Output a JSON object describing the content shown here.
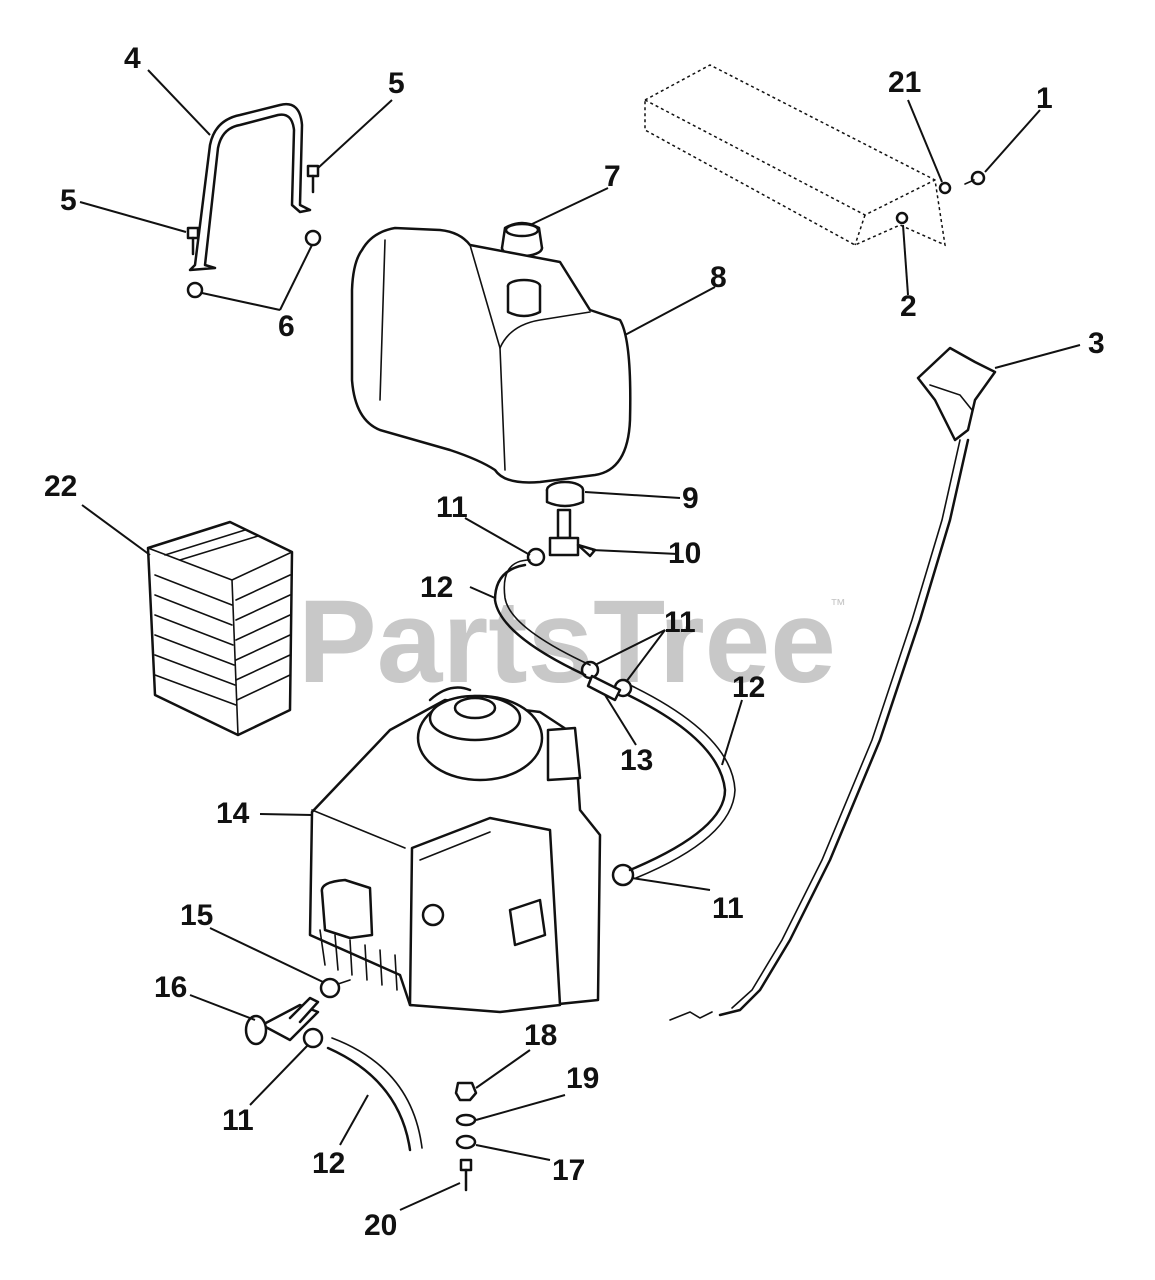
{
  "watermark": {
    "text": "PartsTree",
    "trademark": "™"
  },
  "callouts": {
    "c1": "1",
    "c2": "2",
    "c3": "3",
    "c4": "4",
    "c5a": "5",
    "c5b": "5",
    "c6": "6",
    "c7": "7",
    "c8": "8",
    "c9": "9",
    "c10": "10",
    "c11a": "11",
    "c11b": "11",
    "c11c": "11",
    "c11d": "11",
    "c12a": "12",
    "c12b": "12",
    "c12c": "12",
    "c13": "13",
    "c14": "14",
    "c15": "15",
    "c16": "16",
    "c17": "17",
    "c18": "18",
    "c19": "19",
    "c20": "20",
    "c21": "21",
    "c22": "22"
  },
  "colors": {
    "line": "#111111",
    "watermark": "#c8c8c8",
    "background": "#ffffff"
  }
}
